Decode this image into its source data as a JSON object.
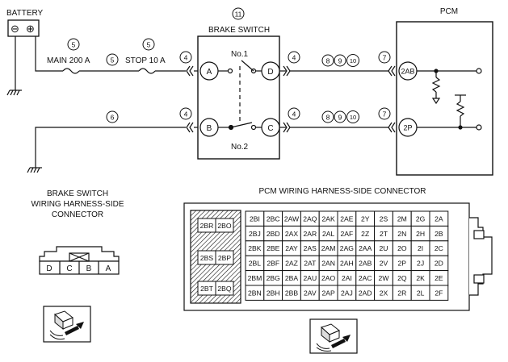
{
  "battery": {
    "label": "BATTERY",
    "minus": "⊖",
    "plus": "⊕"
  },
  "pcm": {
    "label": "PCM",
    "pin_top": "2AB",
    "pin_bottom": "2P"
  },
  "brake_switch": {
    "ref": "11",
    "label": "BRAKE SWITCH",
    "sw1": "No.1",
    "sw2": "No.2",
    "pins": {
      "a": "A",
      "b": "B",
      "c": "C",
      "d": "D"
    }
  },
  "wiring": {
    "main_fuse": "MAIN 200 A",
    "stop_fuse": "STOP 10 A",
    "ref5": "5",
    "ref4": "4",
    "ref6": "6",
    "ref7": "7",
    "ref8": "8",
    "ref9": "9",
    "ref10": "10"
  },
  "bs_connector": {
    "title_lines": [
      "BRAKE SWITCH",
      "WIRING HARNESS-SIDE",
      "CONNECTOR"
    ],
    "pins": [
      "D",
      "C",
      "B",
      "A"
    ]
  },
  "pcm_connector": {
    "title": "PCM WIRING HARNESS-SIDE CONNECTOR",
    "left_pins": [
      "2BR",
      "2BO",
      "2BS",
      "2BP",
      "2BT",
      "2BQ"
    ],
    "grid": [
      [
        "2BI",
        "2BC",
        "2AW",
        "2AQ",
        "2AK",
        "2AE",
        "2Y",
        "2S",
        "2M",
        "2G",
        "2A"
      ],
      [
        "2BJ",
        "2BD",
        "2AX",
        "2AR",
        "2AL",
        "2AF",
        "2Z",
        "2T",
        "2N",
        "2H",
        "2B"
      ],
      [
        "2BK",
        "2BE",
        "2AY",
        "2AS",
        "2AM",
        "2AG",
        "2AA",
        "2U",
        "2O",
        "2I",
        "2C"
      ],
      [
        "2BL",
        "2BF",
        "2AZ",
        "2AT",
        "2AN",
        "2AH",
        "2AB",
        "2V",
        "2P",
        "2J",
        "2D"
      ],
      [
        "2BM",
        "2BG",
        "2BA",
        "2AU",
        "2AO",
        "2AI",
        "2AC",
        "2W",
        "2Q",
        "2K",
        "2E"
      ],
      [
        "2BN",
        "2BH",
        "2BB",
        "2AV",
        "2AP",
        "2AJ",
        "2AD",
        "2X",
        "2R",
        "2L",
        "2F"
      ]
    ]
  }
}
